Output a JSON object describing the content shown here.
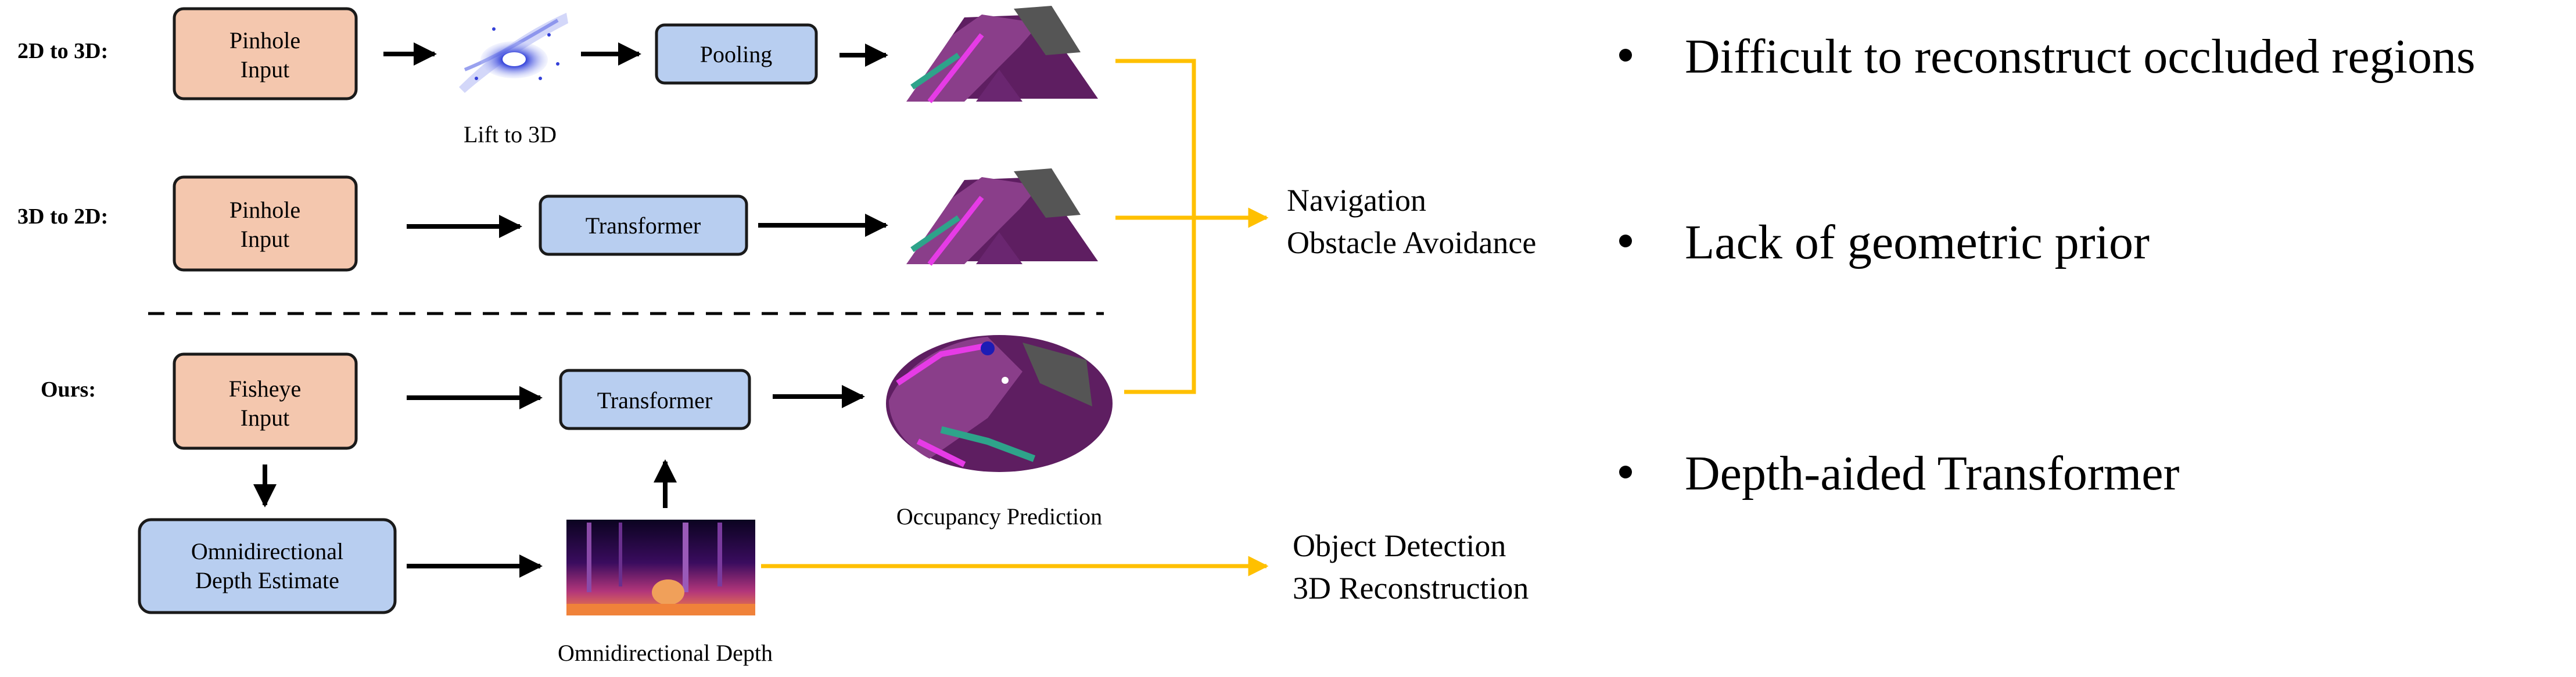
{
  "colors": {
    "input_fill": "#F4C7AE",
    "module_fill": "#B8CEF0",
    "box_stroke": "#1A1A1A",
    "arrow": "#000000",
    "connector": "#FFC000",
    "occ_purple": "#8A3E8A",
    "occ_dark": "#5E1E61",
    "occ_magenta": "#E63BE6",
    "occ_teal": "#2EA38A"
  },
  "rows": {
    "row1_label": "2D to 3D:",
    "row2_label": "3D to 2D:",
    "row3_label": "Ours:"
  },
  "boxes": {
    "pinhole_input_1": [
      "Pinhole",
      "Input"
    ],
    "pooling": "Pooling",
    "pinhole_input_2": [
      "Pinhole",
      "Input"
    ],
    "transformer_2": "Transformer",
    "fisheye_input": [
      "Fisheye",
      "Input"
    ],
    "transformer_3": "Transformer",
    "depth_estimate": [
      "Omnidirectional",
      "Depth Estimate"
    ]
  },
  "captions": {
    "lift": "Lift to 3D",
    "occupancy": "Occupancy Prediction",
    "omni_depth": "Omnidirectional Depth"
  },
  "outputs": {
    "nav": [
      "Navigation",
      "Obstacle Avoidance"
    ],
    "det": [
      "Object Detection",
      "3D Reconstruction"
    ]
  },
  "bullets": [
    "Difficult to reconstruct occluded regions",
    "Lack of geometric prior",
    "Depth-aided Transformer"
  ],
  "icons": {
    "bullet": "bullet-dot-icon",
    "lift_image": "point-cloud-icon",
    "occupancy_image": "occupancy-map-icon",
    "depth_image": "depth-map-icon"
  }
}
